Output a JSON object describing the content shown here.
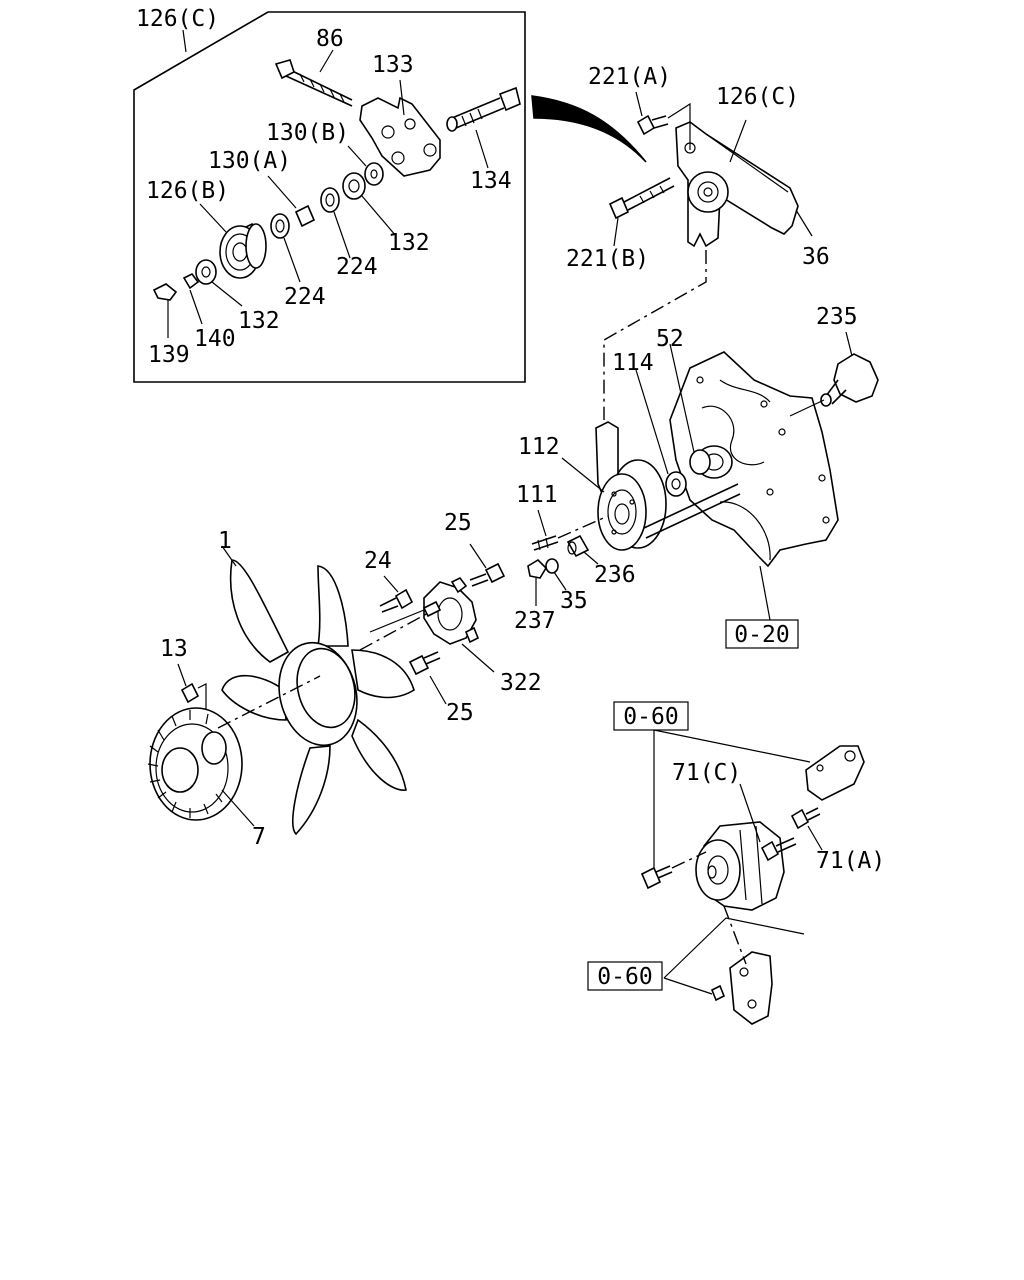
{
  "labels": {
    "l126c_top": "126(C)",
    "l86": "86",
    "l133": "133",
    "l134": "134",
    "l130b": "130(B)",
    "l130a": "130(A)",
    "l126b": "126(B)",
    "l132a": "132",
    "l224a": "224",
    "l224b": "224",
    "l132b": "132",
    "l139": "139",
    "l140": "140",
    "l221a": "221(A)",
    "l126c_right": "126(C)",
    "l221b": "221(B)",
    "l36": "36",
    "l235": "235",
    "l52": "52",
    "l114": "114",
    "l112": "112",
    "l111": "111",
    "l236": "236",
    "l35": "35",
    "l237": "237",
    "l1": "1",
    "l25a": "25",
    "l24": "24",
    "l322": "322",
    "l25b": "25",
    "l13": "13",
    "l7": "7",
    "l71c": "71(C)",
    "l71a": "71(A)"
  },
  "refs": {
    "r020": "0-20",
    "r060a": "0-60",
    "r060b": "0-60"
  }
}
